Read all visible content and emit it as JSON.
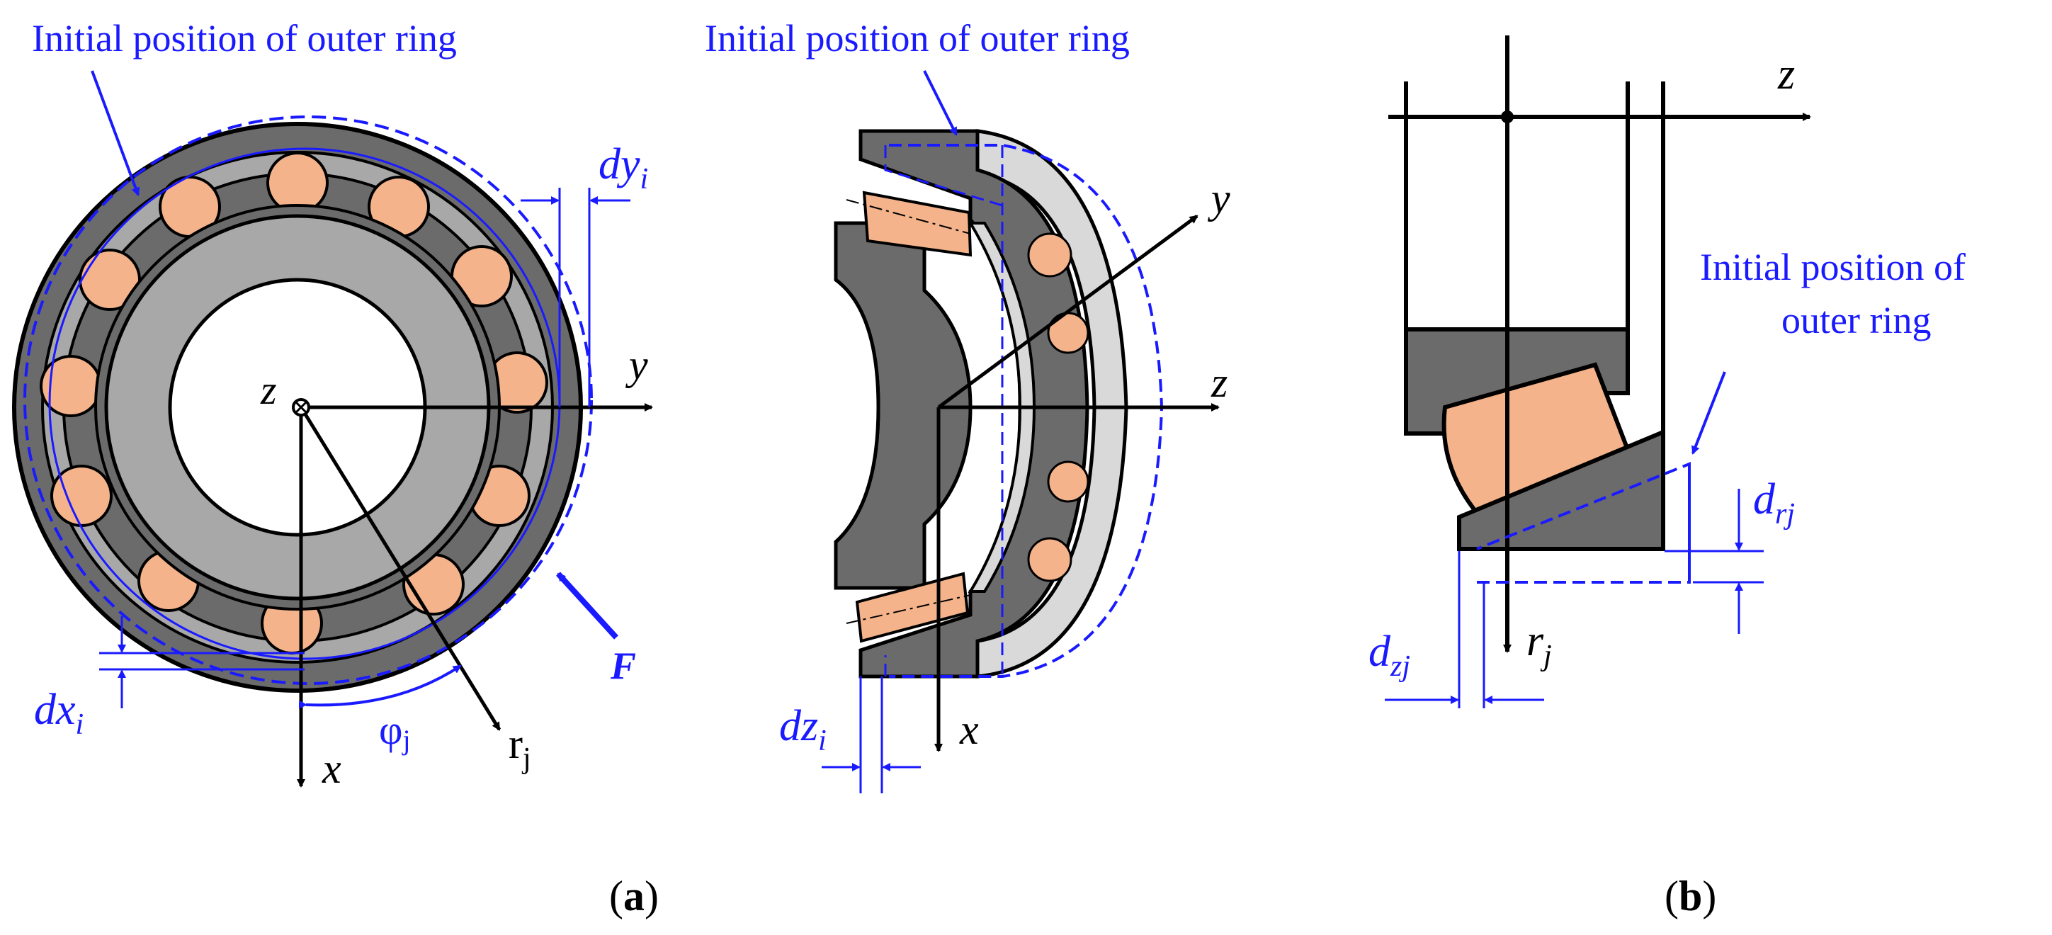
{
  "labels": {
    "a_left_title": "Initial position of outer ring",
    "a_right_title": "Initial position of outer ring",
    "b_title_line1": "Initial position of",
    "b_title_line2": "outer ring",
    "z": "z",
    "y": "y",
    "x": "x",
    "dy": "dy",
    "dy_sub": "i",
    "dx": "dx",
    "dx_sub": "i",
    "dz": "dz",
    "dz_sub": "i",
    "phi": "φ",
    "phi_sub": "j",
    "r": "r",
    "r_sub": "j",
    "F": "F",
    "d_rj": "d",
    "d_rj_sub": "rj",
    "d_zj": "d",
    "d_zj_sub": "zj",
    "r_j_b": "r",
    "r_j_b_sub": "j",
    "z_b": "z"
  },
  "captions": {
    "a_open": "(",
    "a_letter": "a",
    "a_close": ")",
    "b_open": "(",
    "b_letter": "b",
    "b_close": ")"
  },
  "colors": {
    "annotation_blue": "#1a1aff",
    "ring_dark": "#6b6b6b",
    "ring_mid": "#a8a8a8",
    "ring_light": "#d9d9d9",
    "roller": "#f4b38a"
  }
}
